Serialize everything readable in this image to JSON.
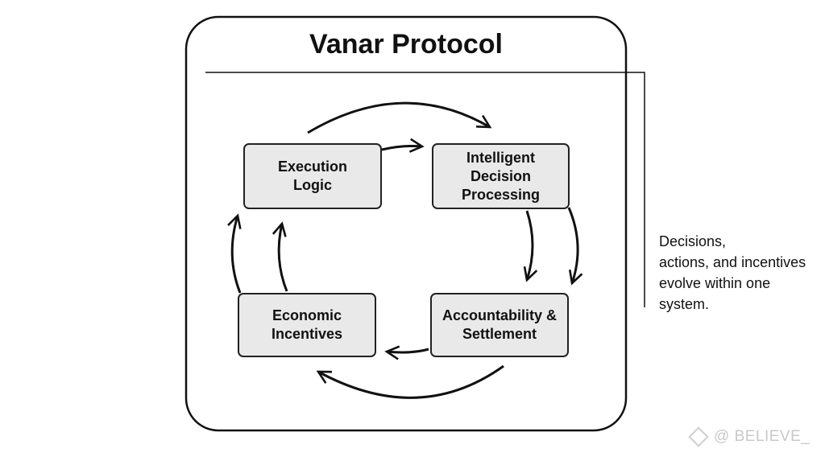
{
  "title": "Vanar Protocol",
  "nodes": [
    {
      "id": "execution",
      "label": "Execution\nLogic"
    },
    {
      "id": "decision",
      "label": "Intelligent\nDecision\nProcessing"
    },
    {
      "id": "settlement",
      "label": "Accountability &\nSettlement"
    },
    {
      "id": "incentives",
      "label": "Economic\nIncentives"
    }
  ],
  "edges": [
    {
      "from": "execution",
      "to": "decision"
    },
    {
      "from": "decision",
      "to": "settlement"
    },
    {
      "from": "settlement",
      "to": "incentives"
    },
    {
      "from": "incentives",
      "to": "execution"
    }
  ],
  "note": "Decisions,\nactions, and incentives\nevolve within one\nsystem.",
  "watermark": "@ BELIEVE_"
}
